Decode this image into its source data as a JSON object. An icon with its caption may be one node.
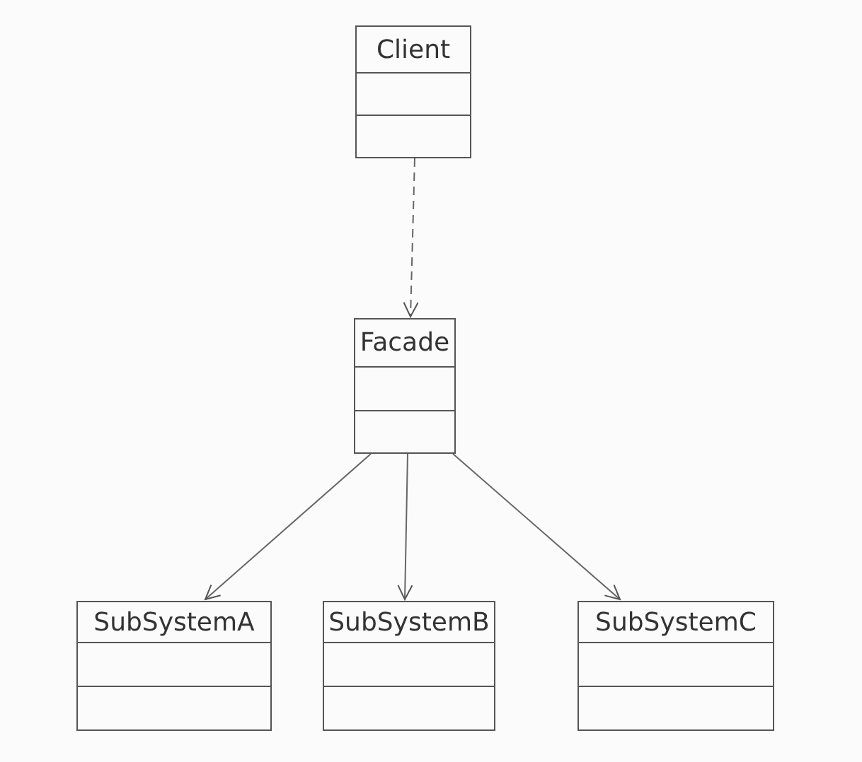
{
  "diagram": {
    "nodes": [
      {
        "text": [
          "Client"
        ]
      },
      {
        "text": [
          "Facade"
        ]
      },
      {
        "text": [
          "SubSystemA"
        ]
      },
      {
        "text": [
          "SubSystemB"
        ]
      },
      {
        "text": [
          "SubSystemC"
        ]
      }
    ],
    "edges": [
      {
        "from": 0,
        "to": 1,
        "arrow": "to",
        "style": "dashed"
      },
      {
        "from": 1,
        "to": 2,
        "arrow": "to"
      },
      {
        "from": 1,
        "to": 3,
        "arrow": "to"
      },
      {
        "from": 1,
        "to": 4,
        "arrow": "to"
      }
    ]
  }
}
